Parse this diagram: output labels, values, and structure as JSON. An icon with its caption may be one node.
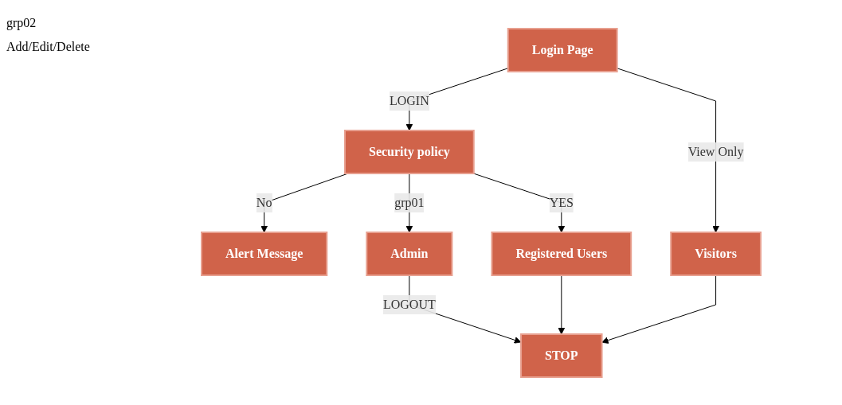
{
  "diagram": {
    "nodes": [
      {
        "text": [
          "Login Page"
        ]
      },
      {
        "text": [
          "Alert Message"
        ]
      },
      {
        "text": [
          "Security policy"
        ]
      },
      {
        "text": [
          "Admin"
        ]
      },
      {
        "text": [
          "Registered Users"
        ]
      },
      {
        "text": [
          "Visitors"
        ]
      },
      {
        "text": [
          "STOP"
        ]
      }
    ],
    "edges": [
      {
        "from": 0,
        "to": 2,
        "arrow": "to",
        "label": "LOGIN"
      },
      {
        "from": 0,
        "to": 5,
        "arrow": "to",
        "label": "View Only"
      },
      {
        "from": 2,
        "to": 1,
        "arrow": "to",
        "label": "No"
      },
      {
        "from": 2,
        "to": 3,
        "arrow": "to",
        "label": "grp01"
      },
      {
        "from": 2,
        "to": 4,
        "arrow": "to",
        "label": "YES"
      },
      {
        "from": 3,
        "to": 6,
        "arrow": "to",
        "label": "LOGOUT"
      },
      {
        "from": 4,
        "to": 6,
        "arrow": "to"
      },
      {
        "from": 5,
        "to": 6,
        "arrow": "to"
      }
    ],
    "labels": [
      "grp02",
      "Add/Edit/Delete"
    ]
  }
}
